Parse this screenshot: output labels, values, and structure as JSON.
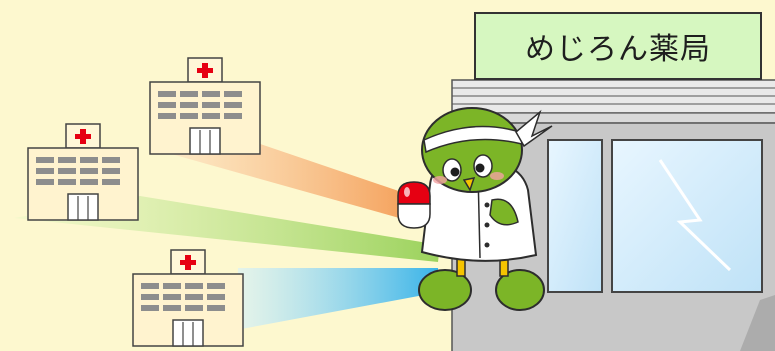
{
  "sign": {
    "text": "めじろん薬局"
  },
  "colors": {
    "background": "#fdf8cf",
    "sign_fill": "#d6f7c0",
    "beam_orange": "#f59c56",
    "beam_green": "#a6d968",
    "beam_blue": "#49b9ea",
    "hospital_wall": "#fff3cf",
    "hospital_cross": "#e60012",
    "mascot_green": "#7cb527"
  },
  "icons": [
    "hospital-icon",
    "pharmacy-building",
    "mejiron-mascot",
    "capsule-icon"
  ]
}
